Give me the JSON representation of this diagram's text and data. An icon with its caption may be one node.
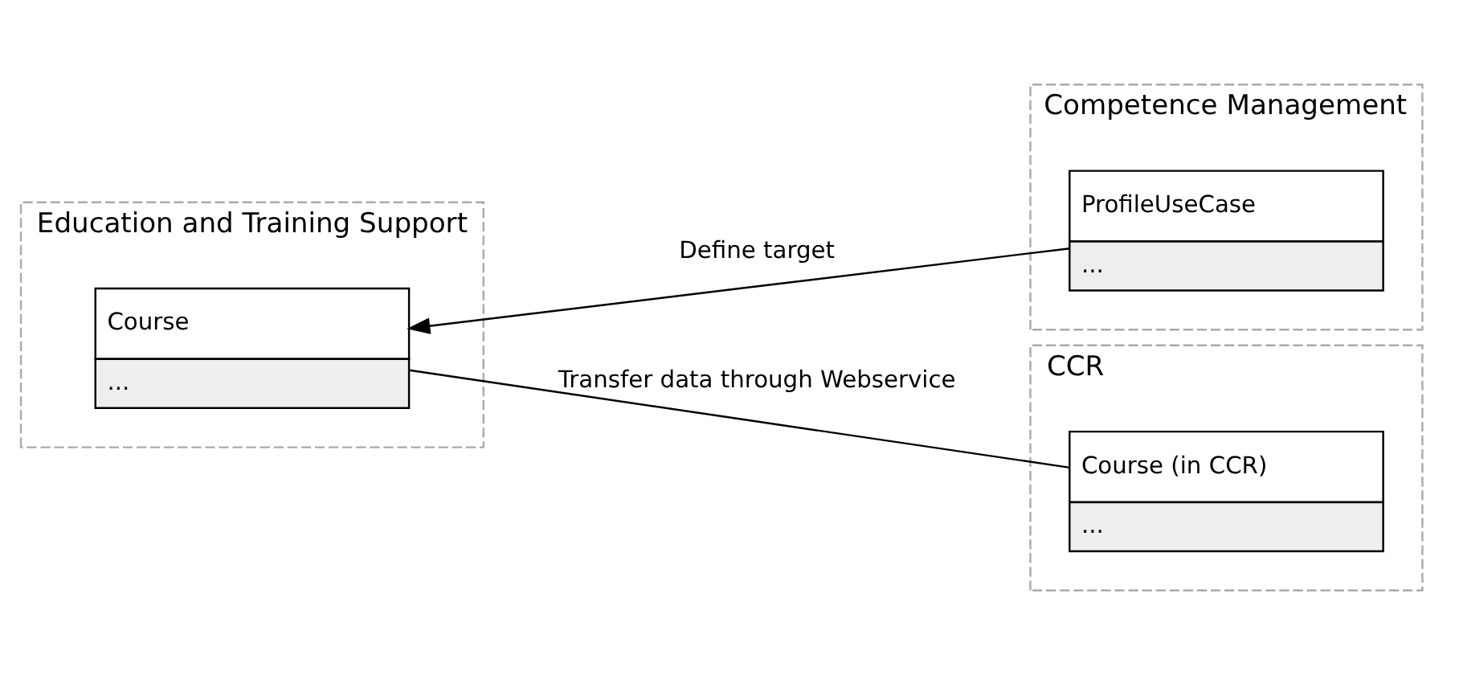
{
  "diagram": {
    "nodes": [
      {
        "text": [
          "Education and Training Support"
        ]
      },
      {
        "text": [
          "Course",
          "..."
        ],
        "in": 0
      },
      {
        "text": [
          "Competence Management"
        ]
      },
      {
        "text": [
          "ProfileUseCase",
          "..."
        ],
        "in": 2
      },
      {
        "text": [
          "CCR"
        ]
      },
      {
        "text": [
          "Course (in CCR)",
          "..."
        ],
        "in": 4
      }
    ],
    "edges": [
      {
        "from": 3,
        "to": 1,
        "label": "Define target",
        "arrow": "to"
      },
      {
        "from": 1,
        "to": 5,
        "label": "Transfer data through Webservice",
        "arrow": "none"
      }
    ]
  }
}
